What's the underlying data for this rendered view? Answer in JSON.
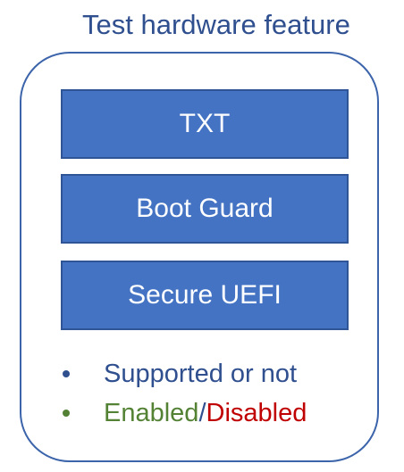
{
  "title": "Test hardware feature",
  "features": {
    "txt": "TXT",
    "boot_guard": "Boot Guard",
    "secure_uefi": "Secure UEFI"
  },
  "bullets": {
    "supported": "Supported or not",
    "enabled": "Enabled",
    "separator": "/",
    "disabled": "Disabled"
  },
  "colors": {
    "box_fill": "#4473c4",
    "title_text": "#2f4f8f",
    "enabled_text": "#548235",
    "disabled_text": "#c00000"
  }
}
